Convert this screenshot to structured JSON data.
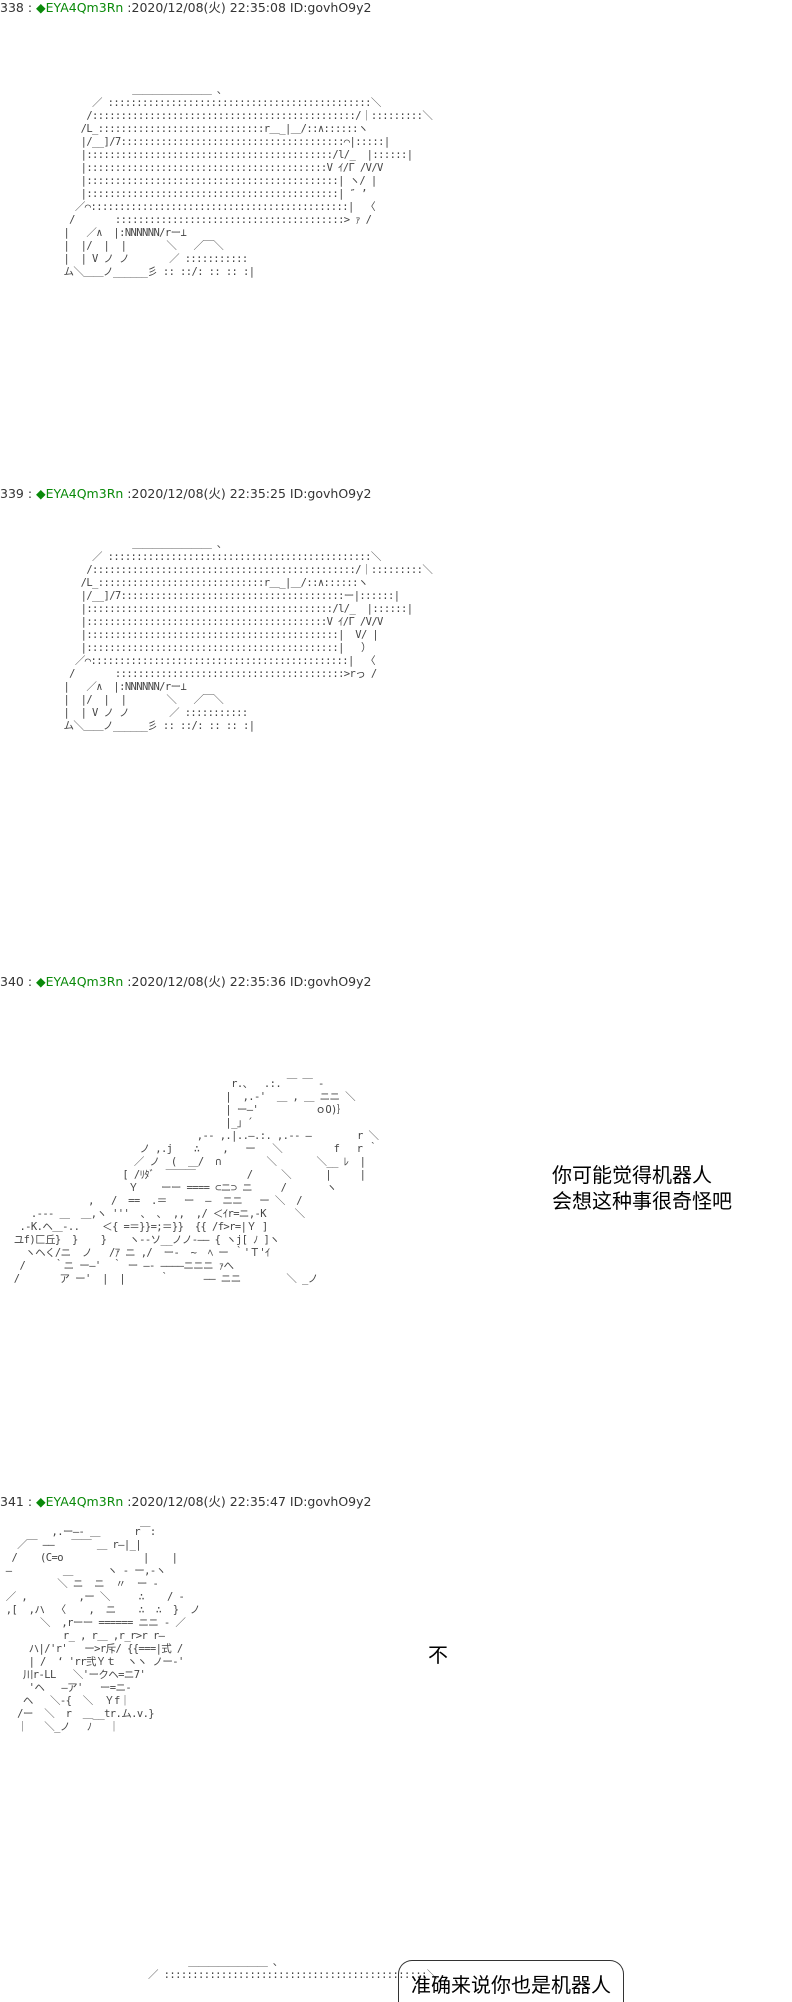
{
  "posts": [
    {
      "number": "338",
      "separator": " : ",
      "diamond": "◆",
      "name": "EYA4Qm3Rn",
      "datetime": " :2020/12/08(火) 22:35:08",
      "id": " ID:govhO9y2",
      "art": "              ＿＿＿＿＿＿＿＿ ､\n       ／ ::::::::::::::::::::::::::::::::::::::::::::::＼\n      /::::::::::::::::::::::::::::::::::::::::::::::/｜:::::::::＼\n     /L_:::::::::::::::::::::::::::::r＿_|＿/::∧::::::ヽ\n     |/__]/7:::::::::::::::::::::::::::::::::::::::⌒|:::::|\n     |:::::::::::::::::::::::::::::::::::::::::::/l/_  |::::::|\n     |::::::::::::::::::::::::::::::::::::::::::V ｲ/Γ /V/V\n     |::::::::::::::::::::::::::::::::::::::::::::| ヽ/ |\n     |::::::::::::::::::::::::::::::::::::::::::::| ″ ’\n    ／⌒:::::::::::::::::::::::::::::::::::::::::::::|  〈\n   /       ::::::::::::::::::::::::::::::::::::::::> ｧ /\n  |   ／∧  |:NNNNNN/rー⊥\n  |  |/  |  |       ＼   ／￣＼\n  |  | V ノ ノ       ／ :::::::::::\n  ム＼＿＿ノ______彡 :: ::/: :: :: :|"
    },
    {
      "number": "339",
      "separator": " : ",
      "diamond": "◆",
      "name": "EYA4Qm3Rn",
      "datetime": " :2020/12/08(火) 22:35:25",
      "id": " ID:govhO9y2",
      "art": "              ＿＿＿＿＿＿＿＿ ､\n       ／ ::::::::::::::::::::::::::::::::::::::::::::::＼\n      /::::::::::::::::::::::::::::::::::::::::::::::/｜:::::::::＼\n     /L_:::::::::::::::::::::::::::::r＿_|＿/::∧::::::ヽ\n     |/__]/7:::::::::::::::::::::::::::::::::::::::ー|::::::|\n     |:::::::::::::::::::::::::::::::::::::::::::/l/_  |::::::|\n     |::::::::::::::::::::::::::::::::::::::::::V ｲ/Γ /V/V\n     |::::::::::::::::::::::::::::::::::::::::::::|  V/ |\n     |::::::::::::::::::::::::::::::::::::::::::::|   ）\n    ／⌒:::::::::::::::::::::::::::::::::::::::::::::|  〈\n   /       ::::::::::::::::::::::::::::::::::::::::>rっ /\n  |   ／∧  |:NNNNNN/rー⊥\n  |  |/  |  |       ＼   ／￣＼\n  |  | V ノ ノ       ／ :::::::::::\n  ム＼＿＿ノ______彡 :: ::/: :: :: :|"
    },
    {
      "number": "340",
      "separator": " : ",
      "diamond": "◆",
      "name": "EYA4Qm3Rn",
      "datetime": " :2020/12/08(火) 22:35:36",
      "id": " ID:govhO9y2",
      "art": "                                       r.、  .:. ￣ ￣ ‐\n                                      |  ,.-'  ＿ , ＿ ニニ ＼\n                                      | ー―'          ｏO)｝\n                                      |_」´\n                                 ,-- ,.|..―.:. ,.-- ―        r ＼\n                       ノ ,.j 　 ∴    ,   ー   ＼         f   r ｀\n                      ／ ノ  (  ＿/  ∩        ＼       ＼__ ﾚ  |\n                    [ /ﾘﾀﾞ  ￣￣￣         /     ＼      |     |\n                     Ｙ    ーー ==== ⊂ニ⊃ ニ     /       ヽ\n              ,   /  ==  .＝   ー  ―  ニニ   ー ＼  /\n    .--- ＿  ＿,ヽ '''  ､  ､  ,,  ,/ ＜ｲr=ニ,-K     ＼\n  .-K.ヘ＿-..    ＜{ =＝}}=;＝}}  {{ /f>r=|Ｙ ]\n ユf)匚丘}  }    }    ヽ--ソ__ノノ-―― { ヽj[ ﾉ ]ヽ\n   ヽヘく/ニ  ノ   /ｱ ニ ,/  ー‐  ~  ﾍ ー ｀'Ｔ'ｲ\n  /     ｀ニ ー―'  ｀ ー ―‐ ――――ニニニ ｧへ\n /       ア ー'  |  |      ｀      ―― ニニ        ＼ _ノ"
    },
    {
      "number": "341",
      "separator": " : ",
      "diamond": "◆",
      "name": "EYA4Qm3Rn",
      "datetime": " :2020/12/08(火) 22:35:47",
      "id": " ID:govhO9y2",
      "art": "         ,.ー―‐ ＿      r￣:\n   ／￣ ――   ￣￣ ＿ r―|_|\n  /    (C=o              |    |\n ―         ＿      ヽ ‐ ー,-ヽ\n          ＼ ニ  ニ  〃  ー -\n ／ ,         ,ー ＼     ∴    / ‐\n ,[  ,ハ  〈    ,  ニ    ∴  ∴  }  ノ\n       ＼  ,rーー ====== ニニ ‐ ／\n           r_ , r＿ ,r_r>r r―\n     ハ|/'r'   ー>r斥/ {{===|式 /\n     | /  ‘ 'rr弐Ｙｔ  ヽヽ ノー‐'\n    川r-LL   ＼'ークヘ=ニ7'\n     'ヘ   ―ア'   ー=ニ‐\n    ヘ   ＼‐{  ＼  Ｙf｜\n   /ー  ＼  r  ＿__tr.ム.v.}\n   ｜   ＼_ノ   ﾉ   ｜"
    }
  ],
  "dialogue": {
    "post340_line1": "你可能觉得机器人",
    "post340_line2": "会想这种事很奇怪吧",
    "post341": "不",
    "bottom_bubble": "准确来说你也是机器人"
  },
  "bottom_art": "              ＿＿＿＿＿＿＿＿ ､\n       ／ ::::::::::::::::::::::::::::::::::::::::::::::＼"
}
